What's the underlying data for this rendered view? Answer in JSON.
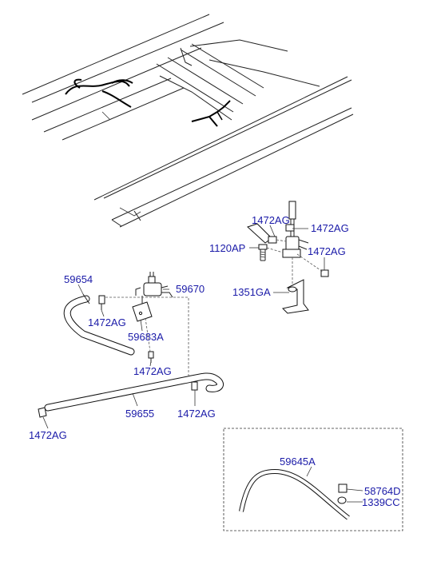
{
  "labels": {
    "p59654": "59654",
    "p59670": "59670",
    "p1472AG_a": "1472AG",
    "p59683A": "59683A",
    "p1472AG_b": "1472AG",
    "p59655": "59655",
    "p1472AG_c": "1472AG",
    "p1472AG_d": "1472AG",
    "p1472AG_e": "1472AG",
    "p1472AG_f": "1472AG",
    "p1120AP": "1120AP",
    "p1472AG_g": "1472AG",
    "p1351GA": "1351GA",
    "p59645A": "59645A",
    "p58764D": "58764D",
    "p1339CC": "1339CC"
  },
  "colors": {
    "label": "#1a1aa8",
    "line": "#222222"
  }
}
